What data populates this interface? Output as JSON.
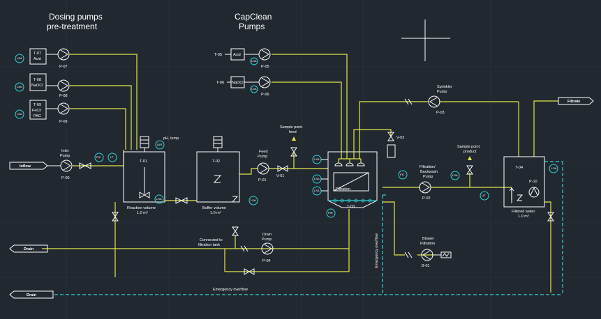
{
  "headers": {
    "dosing_line1": "Dosing pumps",
    "dosing_line2": "pre-treatment",
    "capclean_line1": "CapClean",
    "capclean_line2": "Pumps"
  },
  "tanks": {
    "t07_id": "T-07",
    "t07_name": "Acid",
    "t08_id": "T-08",
    "t08_name": "NaOCl",
    "t09_id": "T-09",
    "t09_name1": "FeCl/",
    "t09_name2": "PAC",
    "t05_id": "T-05",
    "t05_name": "Acid",
    "t06_id": "T-06",
    "t06_name": "NaOCl",
    "t01_id": "T-01",
    "t01_vol1": "Reaction volume",
    "t01_vol2": "1.0 m³",
    "t02_id": "T-02",
    "t02_vol1": "Buffer volume",
    "t02_vol2": "1.0 m³",
    "t03_id": "T-03",
    "t03_label": "Filtration",
    "t04_id": "T-04",
    "t04_vol1": "Filtered water",
    "t04_vol2": "1.0 m³"
  },
  "pumps": {
    "p07": "P-07",
    "p08": "P-08",
    "p09": "P-09",
    "p05": "P-05",
    "p06": "P-06",
    "p00": "P-00",
    "p00_name1": "Inlet",
    "p00_name2": "Pump",
    "p01": "P-01",
    "p01_name1": "Feed",
    "p01_name2": "Pump",
    "p03": "P-03",
    "p03_name1": "Sprinkler",
    "p03_name2": "Pump",
    "p02": "P-02",
    "p02_name1": "Filtration/",
    "p02_name2": "Backwash",
    "p02_name3": "Pump",
    "p04": "P-04",
    "p04_name1": "Drain",
    "p04_name2": "Pump",
    "b01": "B-01",
    "b01_name1": "Blower",
    "b01_name2": "Filtration",
    "p10": "P-10"
  },
  "valves": {
    "v01": "V-01",
    "v02": "V-02"
  },
  "labels": {
    "inflow": "Inflow",
    "drain1": "Drain",
    "drain2": "Drain",
    "filtrate": "Filtrate",
    "ph_temp": "pH, temp",
    "sample_feed1": "Sample point",
    "sample_feed2": "feed",
    "sample_product1": "Sample point",
    "sample_product2": "product",
    "connected1": "Connected to",
    "connected2": "filtration tank",
    "emergency_overflow_v": "Emergency overflow",
    "emergency_overflow_h": "Emergency overflow"
  },
  "instruments": [
    "LSA",
    "LSA",
    "LSA",
    "LSA",
    "LSA",
    "FIC",
    "LT",
    "QIR",
    "LSA",
    "LSA",
    "LSA",
    "LSA",
    "LSA",
    "PIR",
    "FIC",
    "LSA",
    "LIT",
    "LSA"
  ],
  "colors": {
    "background": "#212830",
    "process_line": "#e6e64a",
    "overflow_line": "#2fd6d6",
    "equipment": "#ffffff",
    "instrument_ring": "#2fd6d6"
  }
}
